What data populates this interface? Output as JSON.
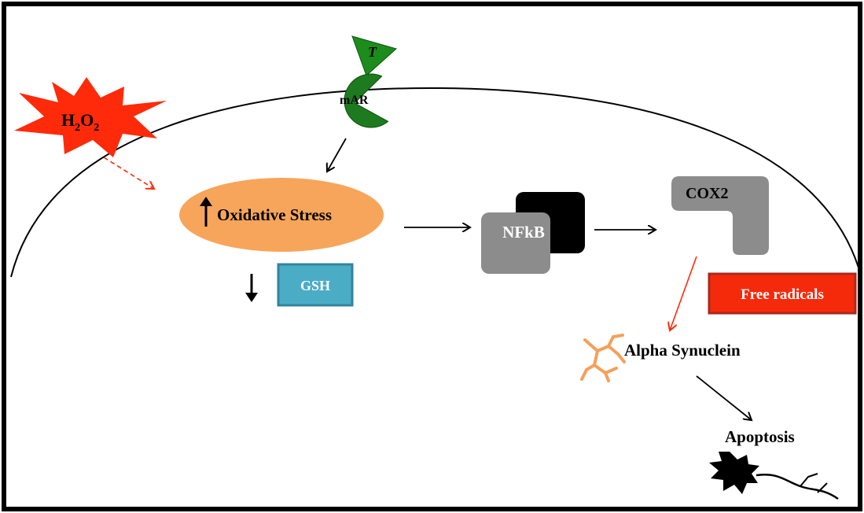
{
  "labels": {
    "h2o2": {
      "base": "H",
      "sub1": "2",
      "mid": "O",
      "sub2": "2"
    },
    "testosterone": "T",
    "receptor": "mAR",
    "oxidative_stress": "Oxidative Stress",
    "gsh": "GSH",
    "nfkb": "NFkB",
    "cox2": "COX2",
    "free_radicals": "Free radicals",
    "alpha_synuclein": "Alpha Synuclein",
    "apoptosis": "Apoptosis"
  },
  "colors": {
    "h2o2_star": "#ff2a0a",
    "receptor_green": "#1e7a1e",
    "ligand_green": "#1c8c1c",
    "oxidative_fill": "#f7a55a",
    "gsh_fill": "#4bacc6",
    "gsh_border": "#31859c",
    "nfkb_back": "#000000",
    "nfkb_front": "#8c8c8c",
    "cox2_fill": "#8c8c8c",
    "free_radicals_fill": "#f52a0a",
    "free_radicals_border": "#a8291c",
    "synuclein": "#f4a05a",
    "red_arrow": "#ff2a0a",
    "neuron": "#000000"
  },
  "icons": {
    "h2o2": "explosion-star-icon",
    "testosterone": "triangle-ligand-icon",
    "receptor": "pacman-receptor-icon",
    "synuclein": "aggregate-fibril-icon",
    "neuron": "dying-neuron-icon",
    "up_arrow": "up-arrow-icon",
    "down_arrow": "down-arrow-icon"
  }
}
